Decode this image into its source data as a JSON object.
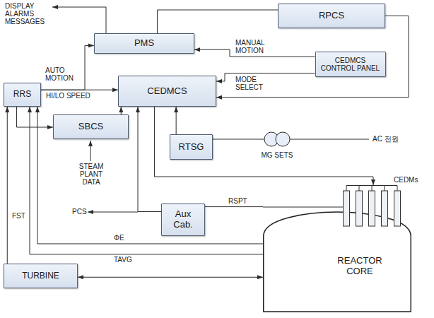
{
  "diagram": {
    "nodes": [
      {
        "text": [
          "PMS"
        ]
      },
      {
        "text": [
          "RPCS"
        ]
      },
      {
        "text": [
          "CEDMCS CONTROL PANEL"
        ]
      },
      {
        "text": [
          "RRS"
        ]
      },
      {
        "text": [
          "CEDMCS"
        ]
      },
      {
        "text": [
          "SBCS"
        ]
      },
      {
        "text": [
          "RTSG"
        ]
      },
      {
        "text": [
          "MG SETS"
        ]
      },
      {
        "text": [
          "Aux Cab."
        ]
      },
      {
        "text": [
          "TURBINE"
        ]
      },
      {
        "text": [
          "REACTOR CORE"
        ]
      }
    ],
    "edges": [
      {
        "from": 0,
        "to": 1,
        "arrow": "none"
      },
      {
        "from": 1,
        "to": 4,
        "arrow": "to"
      },
      {
        "from": 2,
        "to": 0,
        "label": "MANUAL MOTION",
        "arrow": "to"
      },
      {
        "from": 2,
        "to": 4,
        "label": "MODE SELECT",
        "arrow": "to"
      },
      {
        "from": 3,
        "to": 0,
        "label": "AUTO MOTION",
        "arrow": "to"
      },
      {
        "from": 3,
        "to": 4,
        "label": "HI/LO SPEED",
        "arrow": "to"
      },
      {
        "from": 3,
        "to": 5,
        "arrow": "to"
      },
      {
        "from": 5,
        "to": 4,
        "arrow": "to"
      },
      {
        "from": 6,
        "to": 4,
        "arrow": "to"
      },
      {
        "from": 6,
        "to": 7,
        "arrow": "none"
      },
      {
        "from": 4,
        "to": 10,
        "arrow": "to"
      },
      {
        "from": 8,
        "to": 4,
        "arrow": "to"
      },
      {
        "from": 8,
        "to": 10,
        "label": "RSPT",
        "arrow": "none"
      },
      {
        "from": 10,
        "to": 3,
        "label": "ΦE",
        "arrow": "to"
      },
      {
        "from": 10,
        "to": 3,
        "label": "TAVG",
        "arrow": "to"
      },
      {
        "from": 9,
        "to": 3,
        "label": "FST",
        "arrow": "to"
      },
      {
        "from": 9,
        "to": 10,
        "arrow": "both"
      }
    ],
    "labels": [
      "DISPLAY ALARMS MESSAGES",
      "STEAM PLANT DATA",
      "PCS",
      "AC 전원",
      "CEDMs"
    ]
  }
}
